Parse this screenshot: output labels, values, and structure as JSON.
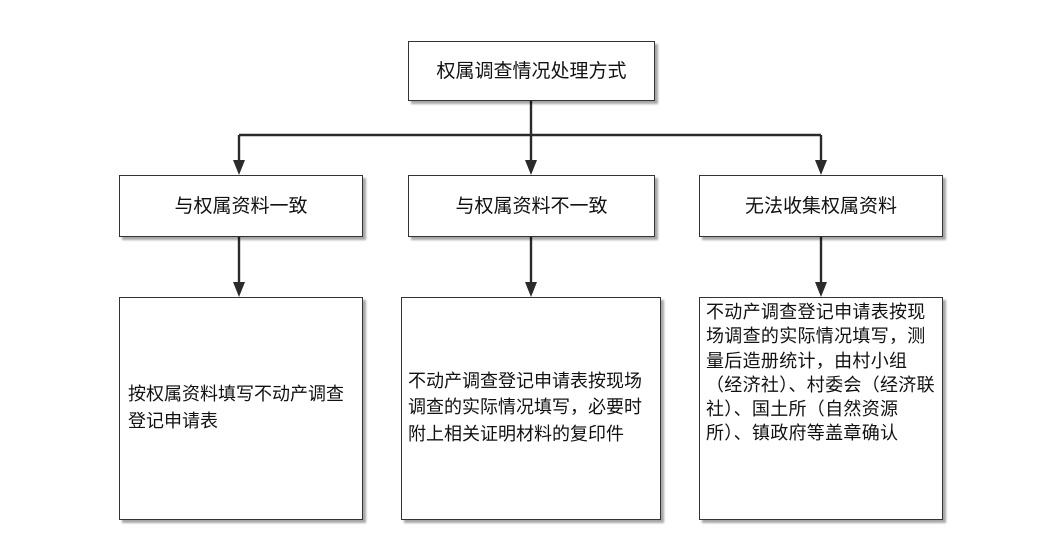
{
  "root": {
    "label": "权属调查情况处理方式"
  },
  "branches": [
    {
      "label": "与权属资料一致",
      "detail": "按权属资料填写不动产调查登记申请表"
    },
    {
      "label": "与权属资料不一致",
      "detail": "不动产调查登记申请表按现场调查的实际情况填写，必要时附上相关证明材料的复印件"
    },
    {
      "label": "无法收集权属资料",
      "detail": "不动产调查登记申请表按现场调查的实际情况填写，测量后造册统计，由村小组（经济社）、村委会（经济联社）、国土所（自然资源所）、镇政府等盖章确认"
    }
  ],
  "colors": {
    "line": "#2b2b2b",
    "border": "#333333",
    "background": "#ffffff"
  }
}
